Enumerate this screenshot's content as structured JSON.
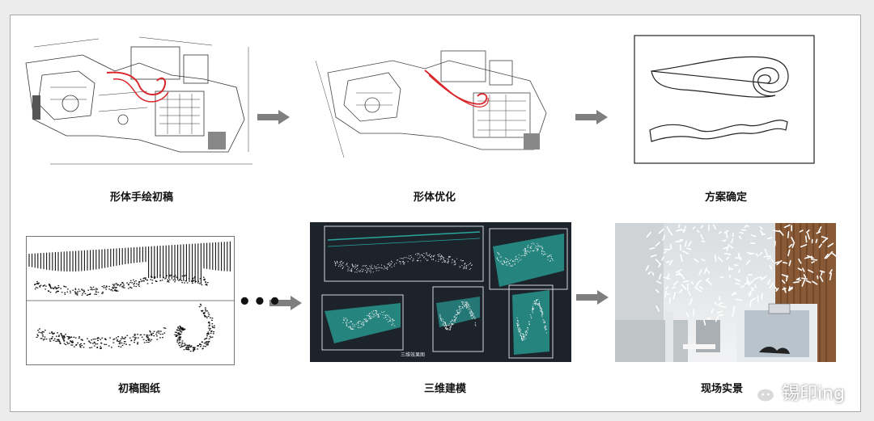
{
  "steps": {
    "s1": "形体手绘初稿",
    "s2": "形体优化",
    "s3": "方案确定",
    "s4": "初稿图纸",
    "s5": "三维建模",
    "s6": "现场实景"
  },
  "model_label": "三维效果图",
  "ellipsis": "•••",
  "watermark": "锡印ing",
  "icons": [
    "arrow-right-icon",
    "wechat-icon"
  ],
  "colors": {
    "arrow": "#7f7f7f",
    "sketch_red": "#d9262b",
    "cad_bg": "#1c232b",
    "cad_teal": "#2aa59b"
  }
}
